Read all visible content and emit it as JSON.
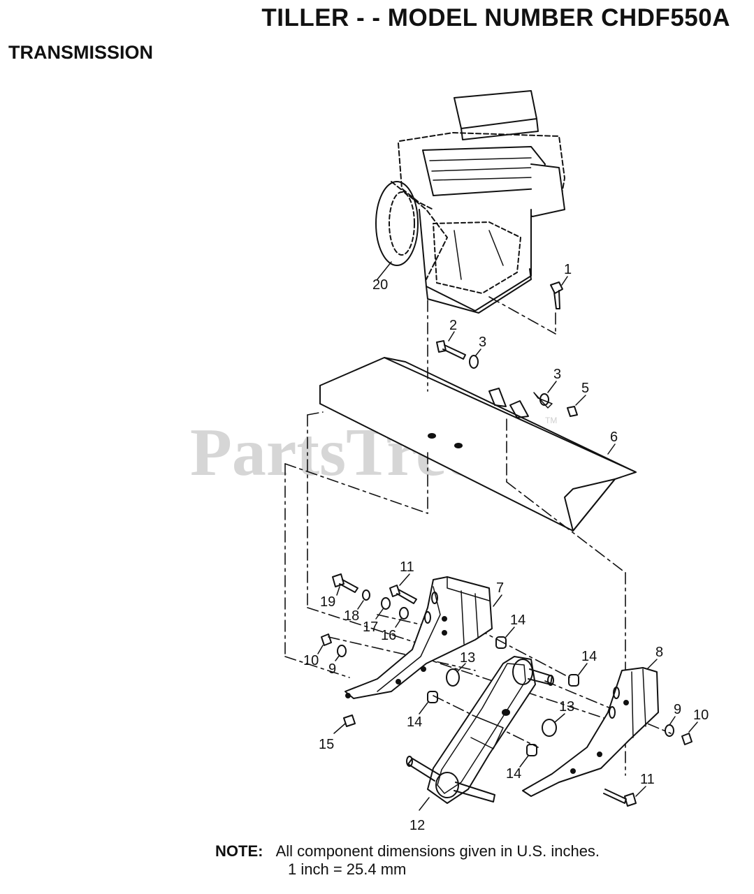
{
  "header": {
    "title": "TILLER - - MODEL NUMBER CHDF550A",
    "section": "TRANSMISSION"
  },
  "watermark": {
    "text": "PartsTree",
    "tm": "TM"
  },
  "callouts": {
    "c1": "1",
    "c2": "2",
    "c3a": "3",
    "c3b": "3",
    "c5": "5",
    "c6": "6",
    "c7": "7",
    "c8": "8",
    "c9a": "9",
    "c9b": "9",
    "c10a": "10",
    "c10b": "10",
    "c11a": "11",
    "c11b": "11",
    "c12": "12",
    "c13a": "13",
    "c13b": "13",
    "c14a": "14",
    "c14b": "14",
    "c14c": "14",
    "c14d": "14",
    "c15": "15",
    "c16": "16",
    "c17": "17",
    "c18": "18",
    "c19": "19",
    "c20": "20"
  },
  "note": {
    "label": "NOTE:",
    "line1": "All component dimensions given in U.S. inches.",
    "line2": "1 inch = 25.4 mm"
  },
  "colors": {
    "ink": "#111111",
    "watermark": "#d6d6d6",
    "background": "#ffffff"
  }
}
